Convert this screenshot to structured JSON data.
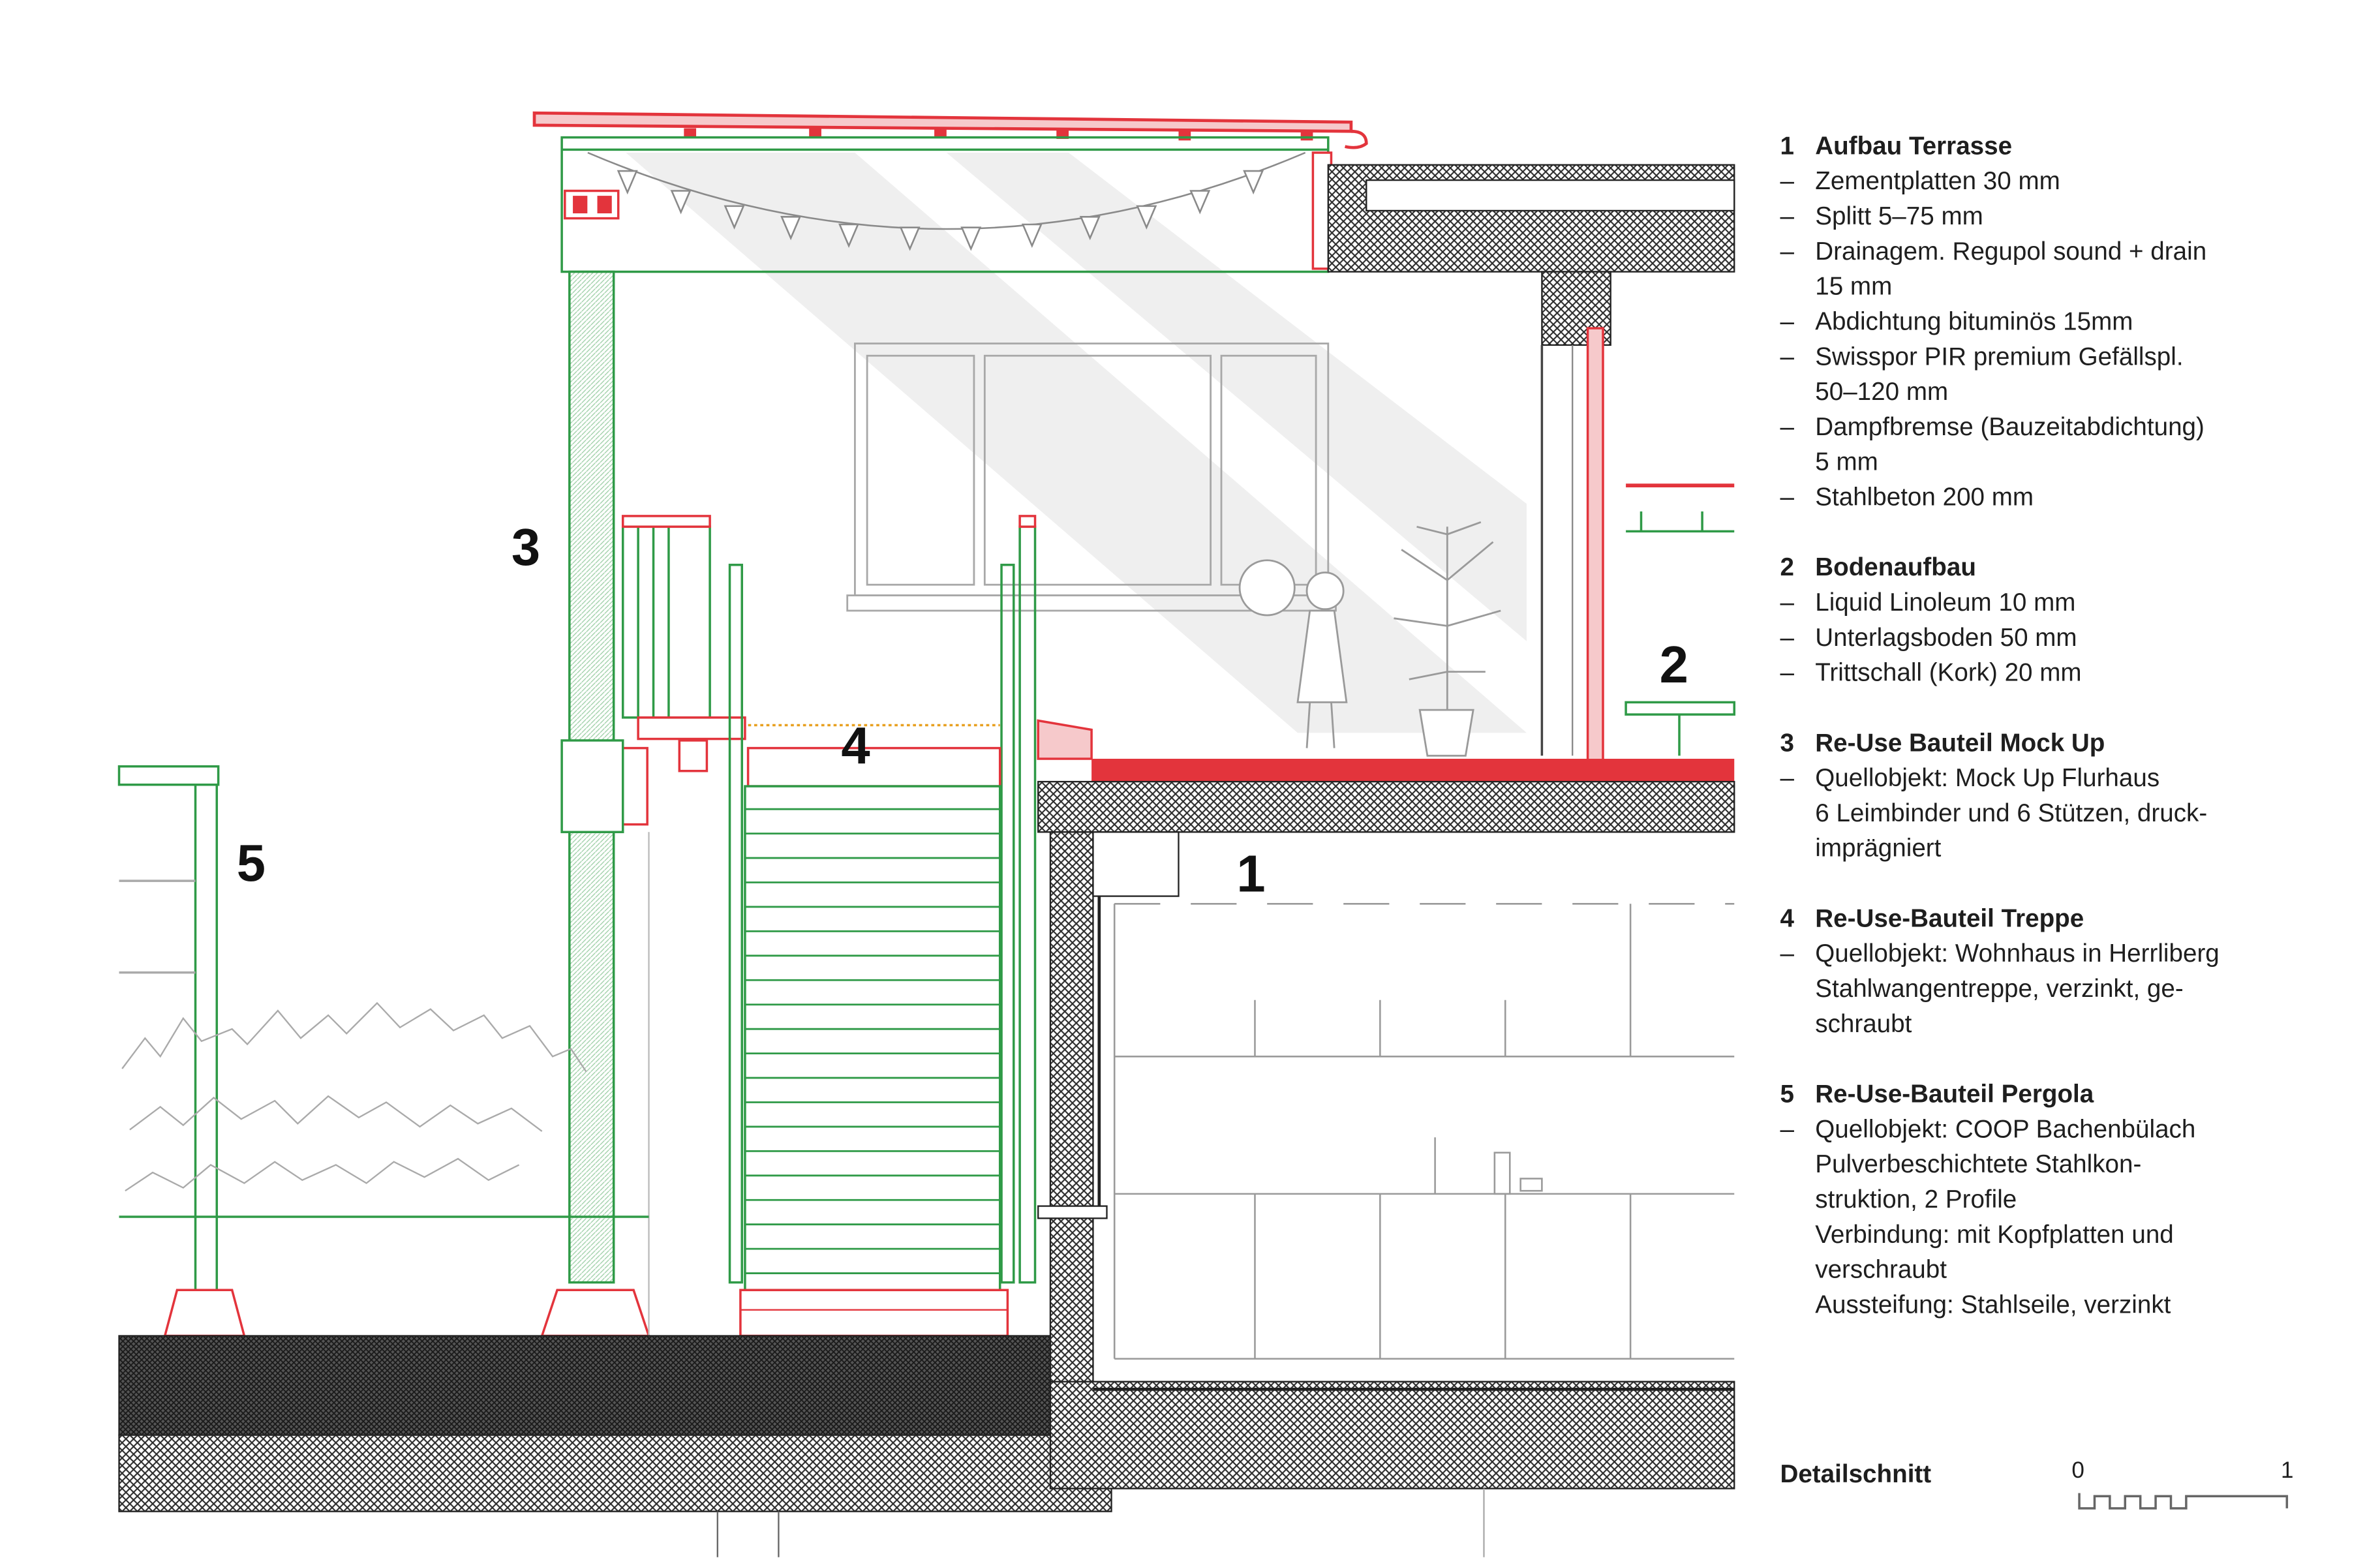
{
  "drawing": {
    "callouts": [
      "1",
      "2",
      "3",
      "4",
      "5"
    ],
    "colors": {
      "reuse_green": "#2f9a47",
      "new_red": "#e3343c",
      "hatch": "#2b2b2b",
      "line_gray": "#9a9a9a"
    }
  },
  "legend": {
    "sections": [
      {
        "number": "1",
        "title": "Aufbau Terrasse",
        "lines": [
          {
            "dash": true,
            "text": "Zementplatten 30 mm"
          },
          {
            "dash": true,
            "text": "Splitt 5–75 mm"
          },
          {
            "dash": true,
            "text": "Drainagem. Regupol sound + drain"
          },
          {
            "dash": false,
            "text": "15 mm"
          },
          {
            "dash": true,
            "text": "Abdichtung bituminös 15mm"
          },
          {
            "dash": true,
            "text": "Swisspor PIR premium Gefällspl."
          },
          {
            "dash": false,
            "text": "50–120 mm"
          },
          {
            "dash": true,
            "text": "Dampfbremse (Bauzeitabdichtung)"
          },
          {
            "dash": false,
            "text": "5 mm"
          },
          {
            "dash": true,
            "text": "Stahlbeton 200 mm"
          }
        ]
      },
      {
        "number": "2",
        "title": "Bodenaufbau",
        "lines": [
          {
            "dash": true,
            "text": "Liquid Linoleum 10 mm"
          },
          {
            "dash": true,
            "text": "Unterlagsboden 50 mm"
          },
          {
            "dash": true,
            "text": "Trittschall (Kork) 20 mm"
          }
        ]
      },
      {
        "number": "3",
        "title": "Re-Use Bauteil Mock Up",
        "lines": [
          {
            "dash": true,
            "text": "Quellobjekt: Mock Up Flurhaus"
          },
          {
            "dash": false,
            "text": "6 Leimbinder und 6 Stützen, druck-"
          },
          {
            "dash": false,
            "text": "imprägniert"
          }
        ]
      },
      {
        "number": "4",
        "title": "Re-Use-Bauteil Treppe",
        "lines": [
          {
            "dash": true,
            "text": "Quellobjekt: Wohnhaus in Herrliberg"
          },
          {
            "dash": false,
            "text": "Stahlwangentreppe, verzinkt, ge-"
          },
          {
            "dash": false,
            "text": "schraubt"
          }
        ]
      },
      {
        "number": "5",
        "title": "Re-Use-Bauteil Pergola",
        "lines": [
          {
            "dash": true,
            "text": "Quellobjekt: COOP Bachenbülach"
          },
          {
            "dash": false,
            "text": "Pulverbeschichtete Stahlkon-"
          },
          {
            "dash": false,
            "text": "struktion, 2 Profile"
          },
          {
            "dash": false,
            "text": "Verbindung: mit Kopfplatten und"
          },
          {
            "dash": false,
            "text": "verschraubt"
          },
          {
            "dash": false,
            "text": "Aussteifung: Stahlseile, verzinkt"
          }
        ]
      }
    ],
    "dash_symbol": "–"
  },
  "footer": {
    "title": "Detailschnitt",
    "scale_start": "0",
    "scale_end": "1"
  }
}
